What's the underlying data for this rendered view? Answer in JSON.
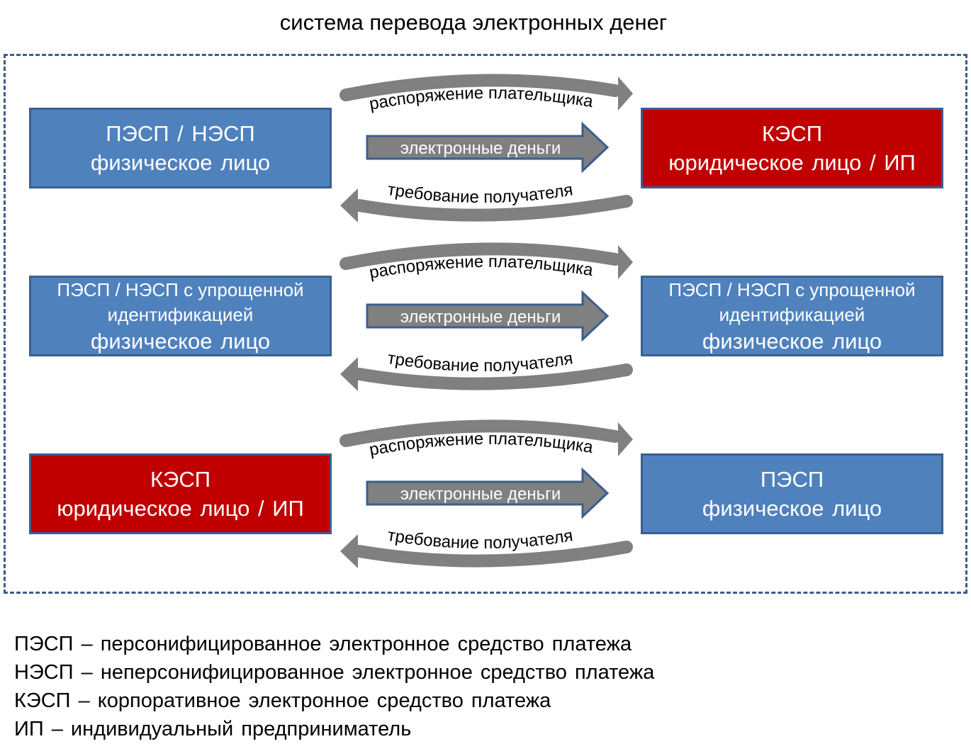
{
  "title": "система перевода электронных денег",
  "colors": {
    "blue": "#4f81bd",
    "red": "#c00000",
    "arrow_grey": "#808080",
    "frame": "#3d5d8a"
  },
  "rows": [
    {
      "left": {
        "lines": [
          "ПЭСП / НЭСП",
          "физическое лицо"
        ],
        "color": "blue"
      },
      "right": {
        "lines": [
          "КЭСП",
          "юридическое лицо / ИП"
        ],
        "color": "red"
      },
      "top_arrow": "распоряжение плательщика",
      "middle_arrow": "электронные деньги",
      "bottom_arrow": "требование получателя"
    },
    {
      "left": {
        "lines": [
          "ПЭСП / НЭСП с упрощенной",
          "идентификацией",
          "физическое лицо"
        ],
        "color": "blue"
      },
      "right": {
        "lines": [
          "ПЭСП / НЭСП с упрощенной",
          "идентификацией",
          "физическое лицо"
        ],
        "color": "blue"
      },
      "top_arrow": "распоряжение плательщика",
      "middle_arrow": "электронные деньги",
      "bottom_arrow": "требование получателя"
    },
    {
      "left": {
        "lines": [
          "КЭСП",
          "юридическое лицо / ИП"
        ],
        "color": "red"
      },
      "right": {
        "lines": [
          "ПЭСП",
          "физическое лицо"
        ],
        "color": "blue"
      },
      "top_arrow": "распоряжение плательщика",
      "middle_arrow": "электронные деньги",
      "bottom_arrow": "требование получателя"
    }
  ],
  "legend": [
    "ПЭСП – персонифицированное электронное средство платежа",
    "НЭСП – неперсонифицированное электронное средство платежа",
    "КЭСП – корпоративное электронное средство платежа",
    "ИП – индивидуальный предприниматель"
  ]
}
